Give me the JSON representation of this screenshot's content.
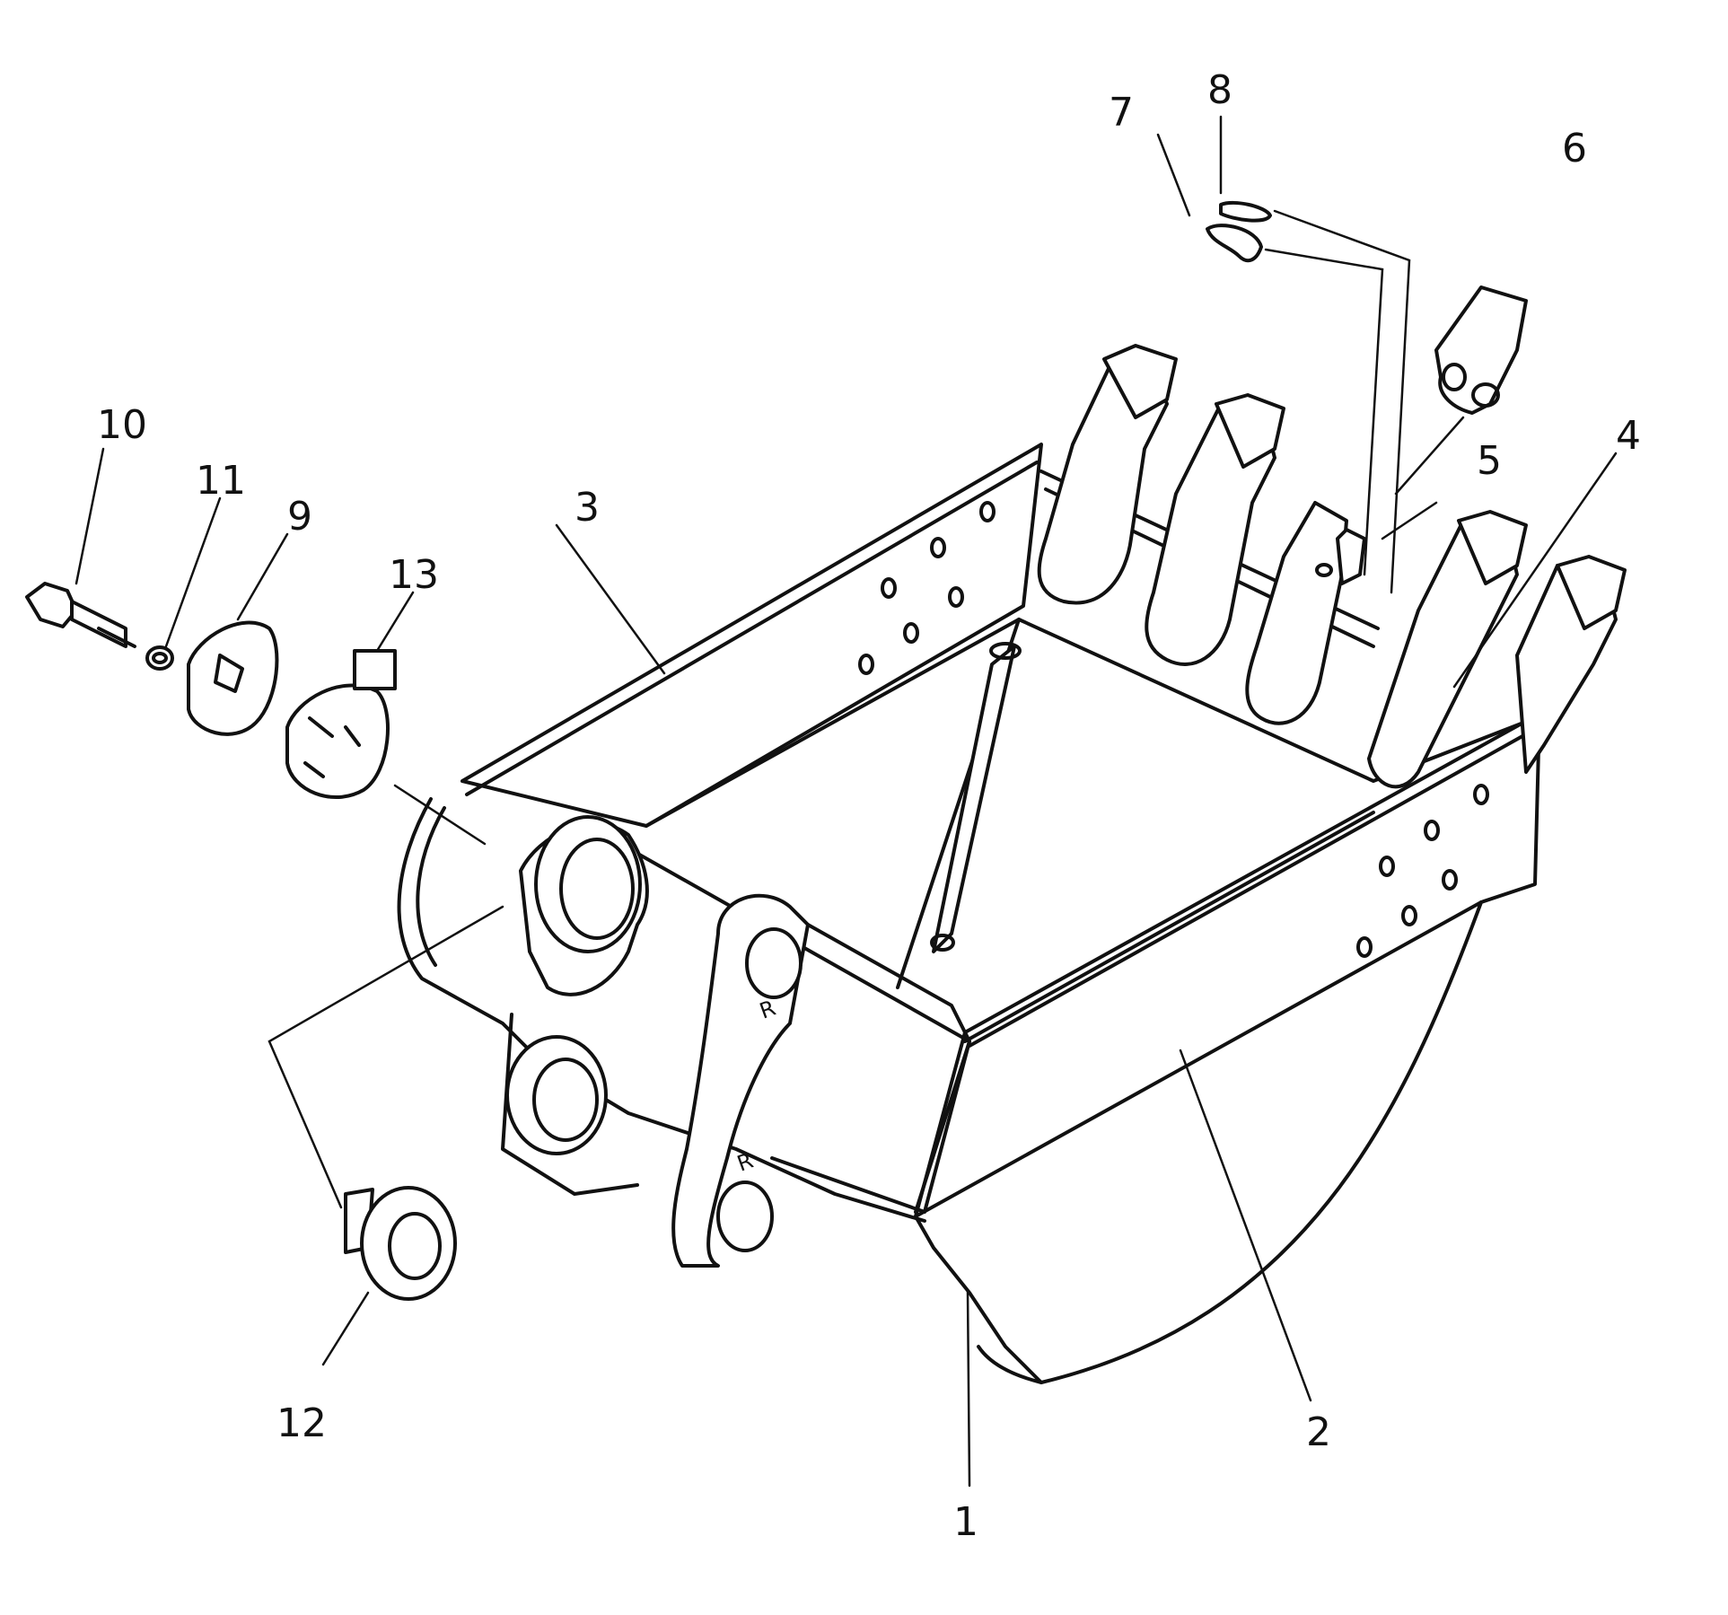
{
  "diagram": {
    "callouts": [
      {
        "id": "1",
        "label": "1"
      },
      {
        "id": "2",
        "label": "2"
      },
      {
        "id": "3",
        "label": "3"
      },
      {
        "id": "4",
        "label": "4"
      },
      {
        "id": "5",
        "label": "5"
      },
      {
        "id": "6",
        "label": "6"
      },
      {
        "id": "7",
        "label": "7"
      },
      {
        "id": "8",
        "label": "8"
      },
      {
        "id": "9",
        "label": "9"
      },
      {
        "id": "10",
        "label": "10"
      },
      {
        "id": "11",
        "label": "11"
      },
      {
        "id": "12",
        "label": "12"
      },
      {
        "id": "13",
        "label": "13"
      }
    ],
    "part_icons": {
      "bucket_body": "excavator-bucket-icon",
      "tooth": "bucket-tooth-icon",
      "pin": "pin-icon",
      "lock": "lock-icon",
      "bolt": "bolt-icon",
      "washer": "washer-icon",
      "plate": "plate-icon",
      "shim": "shim-icon",
      "bushing": "bushing-icon"
    },
    "line_color": "#111111",
    "background_color": "#ffffff"
  }
}
